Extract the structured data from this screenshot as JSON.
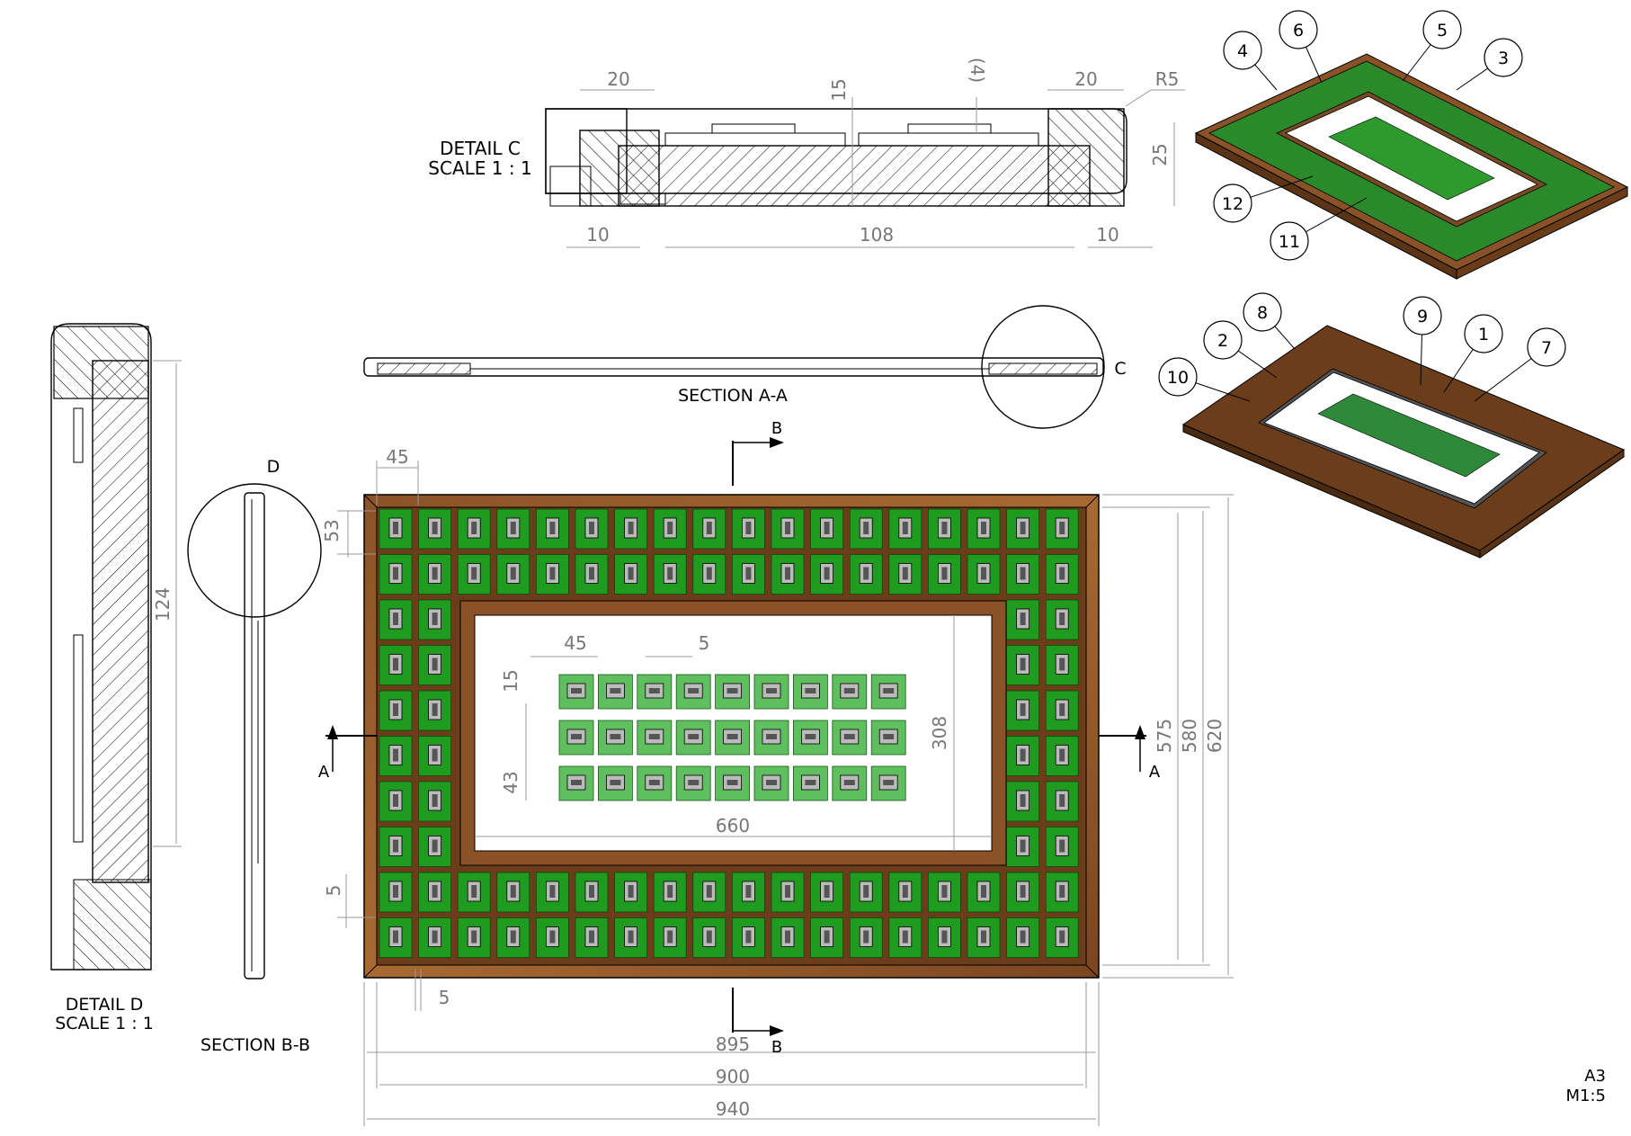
{
  "detail_c": {
    "title": "DETAIL C",
    "scale": "SCALE 1 : 1",
    "dims": {
      "top_left": "20",
      "height_mid": "15",
      "gap": "(4)",
      "top_right": "20",
      "radius": "R5",
      "total_height": "25",
      "bottom_left": "10",
      "bottom_mid": "108",
      "bottom_right": "10"
    }
  },
  "detail_d": {
    "title": "DETAIL D",
    "scale": "SCALE 1 : 1",
    "dims": {
      "height": "124"
    }
  },
  "section_aa": {
    "title": "SECTION A-A",
    "callout": "C"
  },
  "section_bb": {
    "title": "SECTION B-B",
    "callout": "D"
  },
  "section_markers": {
    "a": "A",
    "b": "B"
  },
  "plan_view": {
    "dims": {
      "cell_w": "45",
      "cell_h": "53",
      "inner_cell_w": "45",
      "inner_gap": "5",
      "row_h": "15",
      "row_pitch": "43",
      "inner_w": "660",
      "inner_h": "308",
      "gap_left": "5",
      "gap_bottom": "5",
      "w895": "895",
      "w900": "900",
      "w940": "940",
      "h575": "575",
      "h580": "580",
      "h620": "620"
    },
    "outer_grid": {
      "cols": 18,
      "rows": 10,
      "ring": 2
    },
    "inner_grid": {
      "cols": 9,
      "rows": 3
    }
  },
  "balloons_top": [
    "4",
    "6",
    "5",
    "3",
    "12",
    "11"
  ],
  "balloons_bottom": [
    "8",
    "9",
    "1",
    "7",
    "2",
    "10"
  ],
  "sheet_info": {
    "size": "A3",
    "scale": "M1:5"
  },
  "colors": {
    "wood": "#7a4a22",
    "wood_light": "#a0642c",
    "pcb": "#1f9b1f",
    "inner_pcb": "#5fbf5f",
    "chip": "#555555"
  }
}
